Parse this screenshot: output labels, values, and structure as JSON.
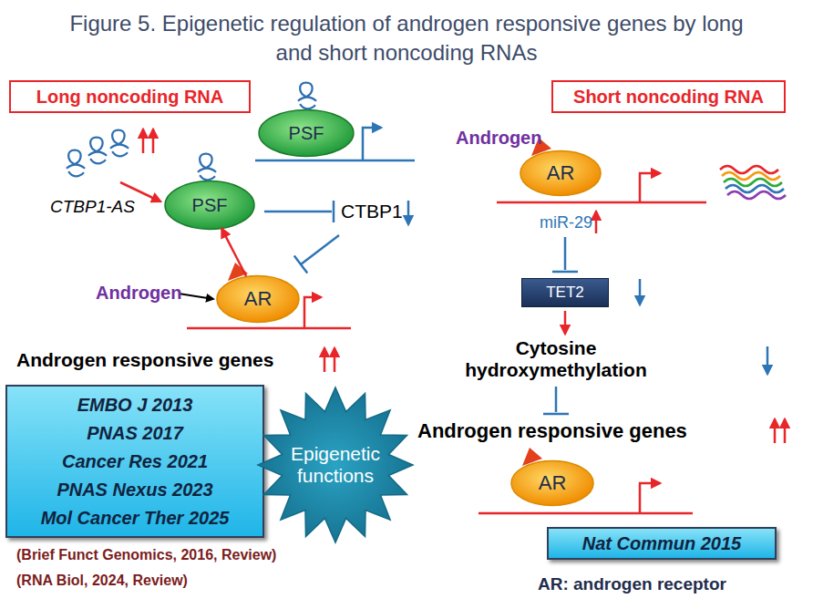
{
  "diagram": {
    "title": "Figure 5. Epigenetic regulation of androgen responsive genes by long and short noncoding RNAs",
    "nodes": [
      {
        "text": [
          "Long noncoding RNA"
        ]
      },
      {
        "text": [
          "Short noncoding RNA"
        ]
      },
      {
        "text": [
          "PSF"
        ]
      },
      {
        "text": [
          "PSF"
        ]
      },
      {
        "text": [
          "AR"
        ]
      },
      {
        "text": [
          "AR"
        ]
      },
      {
        "text": [
          "TET2"
        ]
      },
      {
        "text": [
          "EMBO J 2013",
          "PNAS 2017",
          "Cancer Res 2021",
          "PNAS Nexus 2023",
          "Mol Cancer Ther 2025"
        ]
      },
      {
        "text": [
          "Epigenetic functions"
        ]
      },
      {
        "text": [
          "AR"
        ]
      },
      {
        "text": [
          "Nat Commun 2015"
        ]
      }
    ],
    "edges": [
      {
        "from": 4,
        "to": 3,
        "arrow": "to"
      }
    ],
    "labels": [
      "CTBP1-AS",
      "CTBP1",
      "Androgen",
      "Androgen responsive genes",
      "(Brief Funct Genomics, 2016, Review)",
      "(RNA Biol, 2024, Review)",
      "Androgen",
      "miR-29",
      "Cytosine hydroxymethylation",
      "Androgen responsive genes",
      "AR: androgen receptor"
    ]
  }
}
